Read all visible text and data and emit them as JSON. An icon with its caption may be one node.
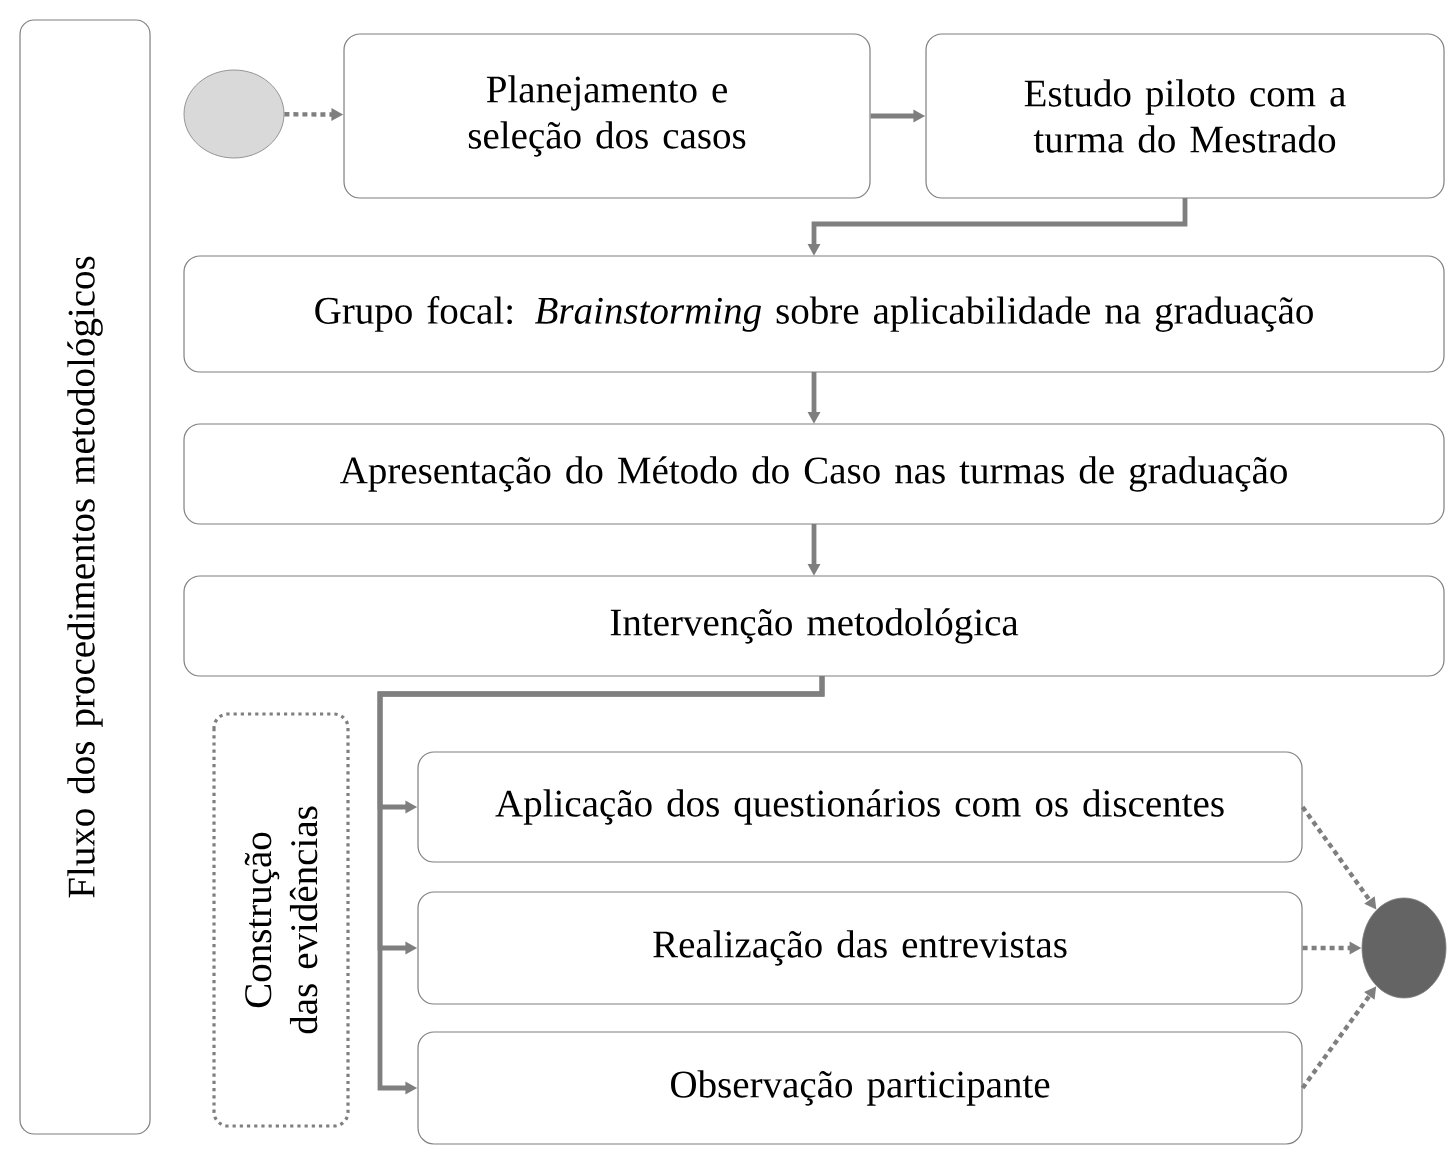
{
  "diagram": {
    "nodes": [
      {
        "text": [
          "Fluxo dos procedimentos metodológicos"
        ]
      },
      {
        "text": [],
        "shape": "circle"
      },
      {
        "text": [
          "Planejamento e seleção dos casos"
        ]
      },
      {
        "text": [
          "Estudo piloto com a turma do Mestrado"
        ]
      },
      {
        "text": [
          "Grupo focal: *Brainstorming* sobre aplicabilidade na graduação"
        ]
      },
      {
        "text": [
          "Apresentação do Método do Caso nas turmas de graduação"
        ]
      },
      {
        "text": [
          "Intervenção metodológica"
        ]
      },
      {
        "text": [
          "Construção das evidências"
        ]
      },
      {
        "text": [
          "Aplicação dos questionários com os discentes"
        ]
      },
      {
        "text": [
          "Realização das entrevistas"
        ]
      },
      {
        "text": [
          "Observação participante"
        ]
      },
      {
        "text": [],
        "shape": "circle"
      }
    ],
    "edges": [
      {
        "from": 1,
        "to": 2,
        "arrow": "to",
        "style": "dashed"
      },
      {
        "from": 2,
        "to": 3,
        "arrow": "to"
      },
      {
        "from": 3,
        "to": 4,
        "arrow": "to"
      },
      {
        "from": 4,
        "to": 5,
        "arrow": "to"
      },
      {
        "from": 5,
        "to": 6,
        "arrow": "to"
      },
      {
        "from": 6,
        "to": 8,
        "arrow": "to"
      },
      {
        "from": 6,
        "to": 9,
        "arrow": "to"
      },
      {
        "from": 6,
        "to": 10,
        "arrow": "to"
      },
      {
        "from": 8,
        "to": 11,
        "arrow": "to",
        "style": "dashed"
      },
      {
        "from": 9,
        "to": 11,
        "arrow": "to",
        "style": "dashed"
      },
      {
        "from": 10,
        "to": 11,
        "arrow": "to",
        "style": "dashed"
      }
    ]
  }
}
